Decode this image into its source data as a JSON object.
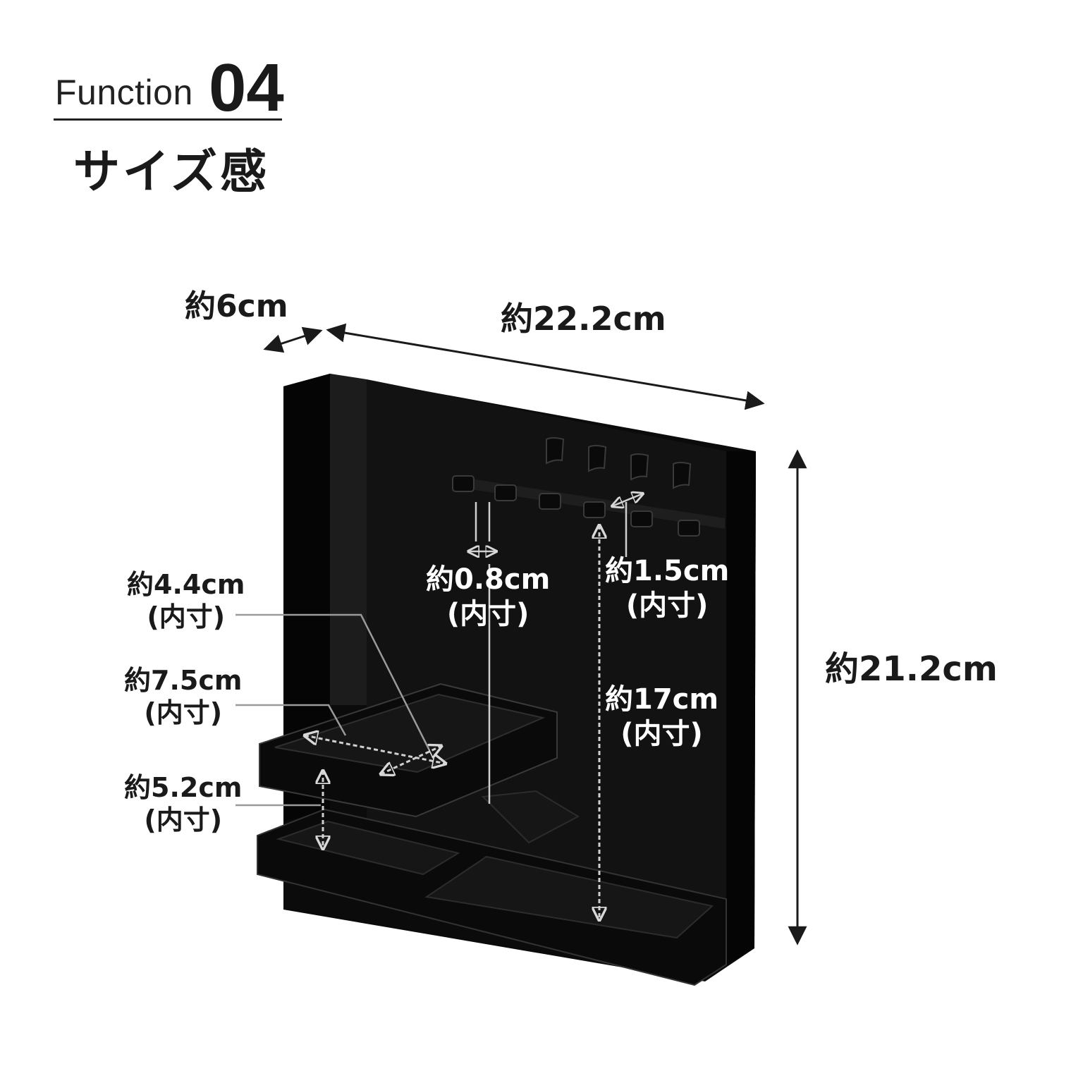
{
  "header": {
    "function_word": "Function",
    "function_number": "04",
    "subtitle": "サイズ感"
  },
  "dimensions": {
    "depth": "約6cm",
    "width": "約22.2cm",
    "height": "約21.2cm",
    "hook_gap": {
      "size": "約0.8cm",
      "note": "(内寸)"
    },
    "hook_depth": {
      "size": "約1.5cm",
      "note": "(内寸)"
    },
    "tray_depth": {
      "size": "約4.4cm",
      "note": "(内寸)"
    },
    "tray_width": {
      "size": "約7.5cm",
      "note": "(内寸)"
    },
    "tray_height": {
      "size": "約5.2cm",
      "note": "(内寸)"
    },
    "inner_height": {
      "size": "約17cm",
      "note": "(内寸)"
    }
  },
  "colors": {
    "product": "#0d0d0d",
    "product_edge": "#2a2a2a",
    "arrow": "#1a1a1a",
    "inner_arrow": "#cfcfcf",
    "background": "#ffffff"
  }
}
